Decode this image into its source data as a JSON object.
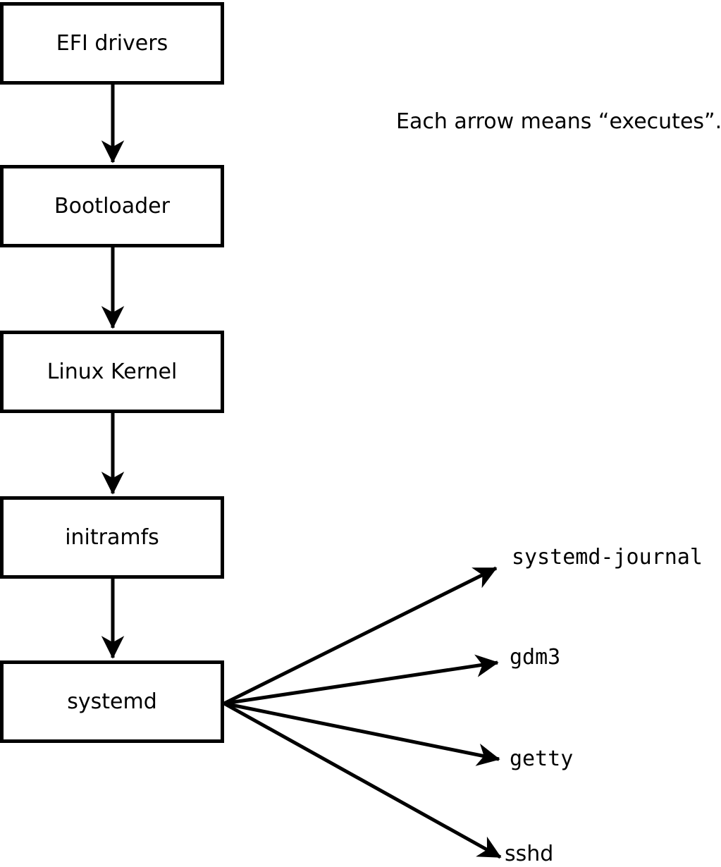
{
  "note": "Each arrow means “executes”.",
  "chain": [
    {
      "label": "EFI drivers"
    },
    {
      "label": "Bootloader"
    },
    {
      "label": "Linux Kernel"
    },
    {
      "label": "initramfs"
    },
    {
      "label": "systemd"
    }
  ],
  "spawned": [
    {
      "label": "systemd-journal"
    },
    {
      "label": "gdm3"
    },
    {
      "label": "getty"
    },
    {
      "label": "sshd"
    }
  ],
  "colors": {
    "stroke": "#000000",
    "node_fill": "#ffffff",
    "background": "#ffffff"
  }
}
